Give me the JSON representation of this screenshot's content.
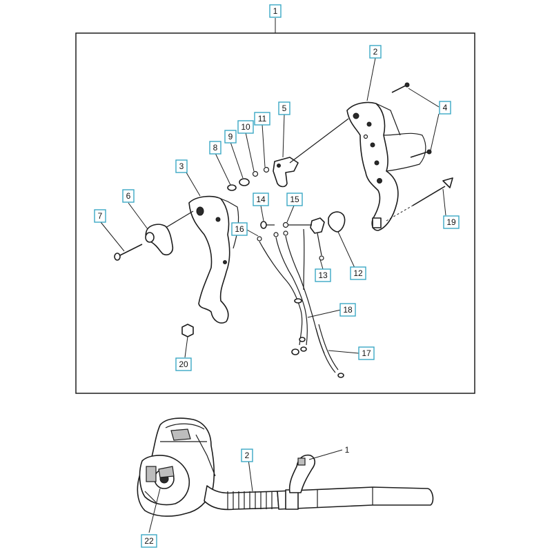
{
  "diagram": {
    "callouts": {
      "c1": "1",
      "c2": "2",
      "c3": "3",
      "c4": "4",
      "c5": "5",
      "c6": "6",
      "c7": "7",
      "c8": "8",
      "c9": "9",
      "c10": "10",
      "c11": "11",
      "c12": "12",
      "c13": "13",
      "c14": "14",
      "c15": "15",
      "c16": "16",
      "c17": "17",
      "c18": "18",
      "c19": "19",
      "c20": "20"
    },
    "overview": {
      "label_handle": "1",
      "label_pipe": "2",
      "label_engine": "22"
    },
    "colors": {
      "callout_border": "#3aa7c4",
      "line": "#1c1c1c",
      "background": "#ffffff"
    }
  }
}
